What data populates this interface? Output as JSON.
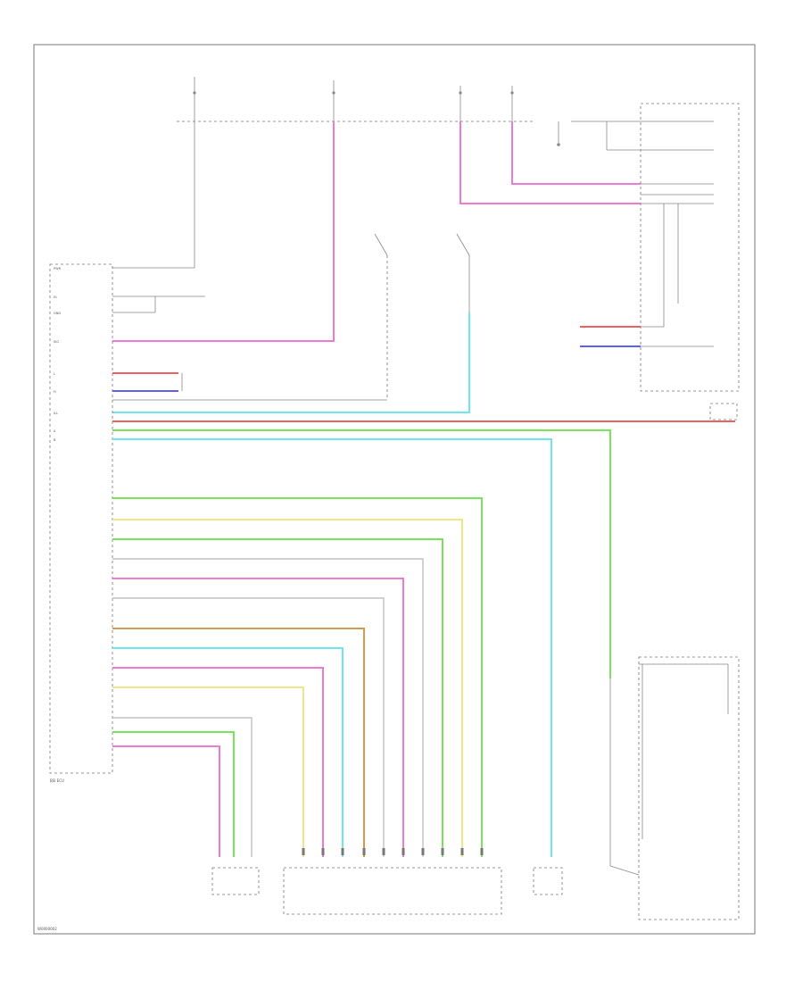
{
  "diagram_code": "W0000002",
  "colors": {
    "pink": "#f07ad0",
    "red": "#f06060",
    "blue": "#6060f0",
    "cyan": "#6ee6ef",
    "green": "#79e35a",
    "yellow": "#efe68a",
    "orange": "#d59a50",
    "gray": "#c0c0c0",
    "line": "#888888"
  },
  "ecu_label": "BSI ECU",
  "ecu_pins": [
    "PWR",
    "IG",
    "GND",
    "SIG",
    "L",
    "H",
    "ILL",
    "A",
    "B"
  ],
  "connector_pin_count": 10
}
